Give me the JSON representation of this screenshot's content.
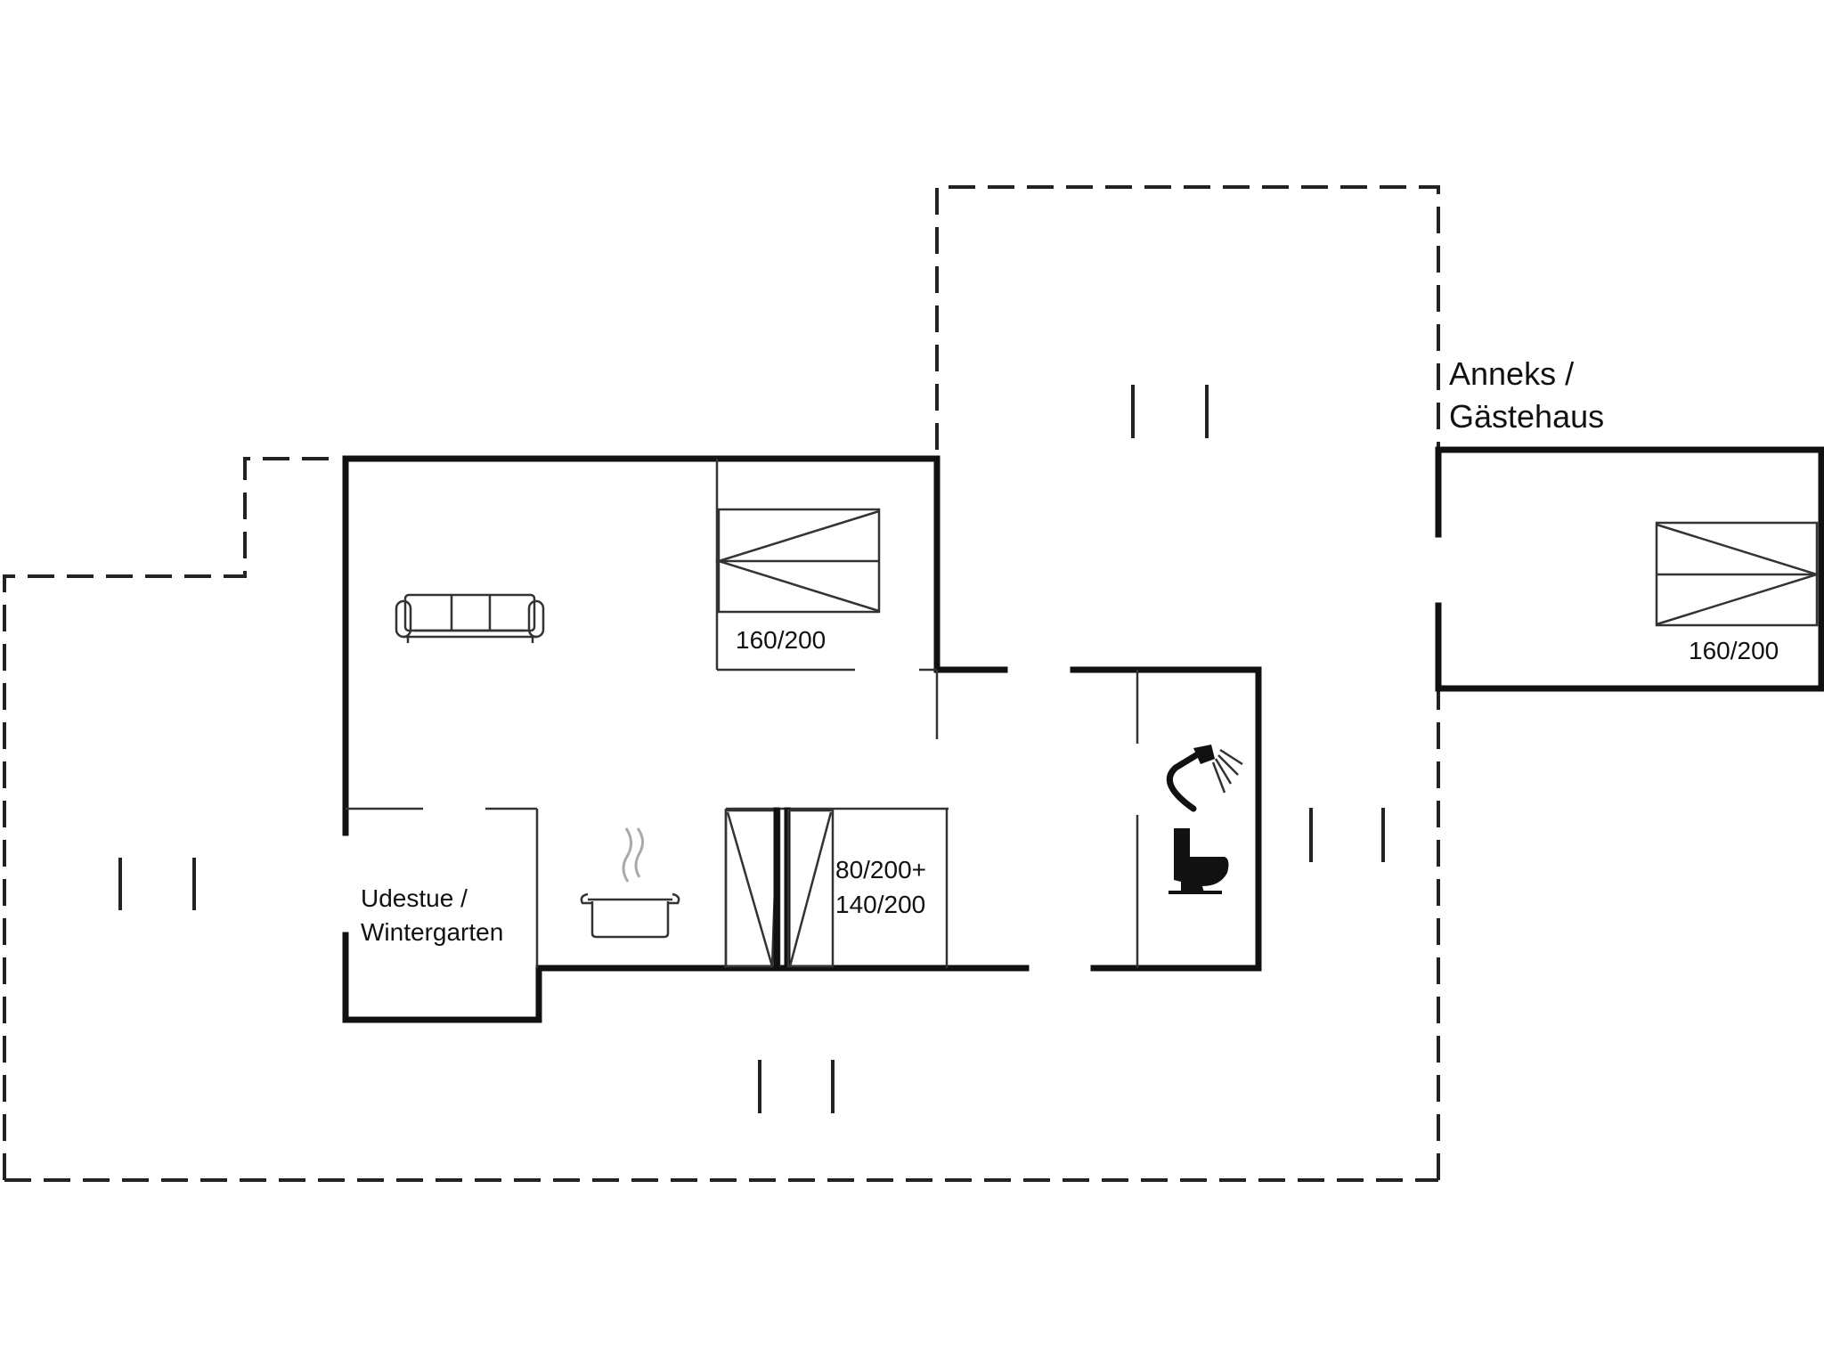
{
  "labels": {
    "annex_line1": "Anneks /",
    "annex_line2": "Gästehaus",
    "bed_main": "160/200",
    "bed_annex": "160/200",
    "bunk_line1": "80/200+",
    "bunk_line2": "140/200",
    "sunroom_line1": "Udestue /",
    "sunroom_line2": "Wintergarten"
  },
  "icons": [
    "sofa-icon",
    "cooking-pot-icon",
    "shower-icon",
    "toilet-icon",
    "double-bed-icon",
    "bunk-bed-icon"
  ],
  "colors": {
    "walls": "#111111",
    "background": "#ffffff"
  }
}
